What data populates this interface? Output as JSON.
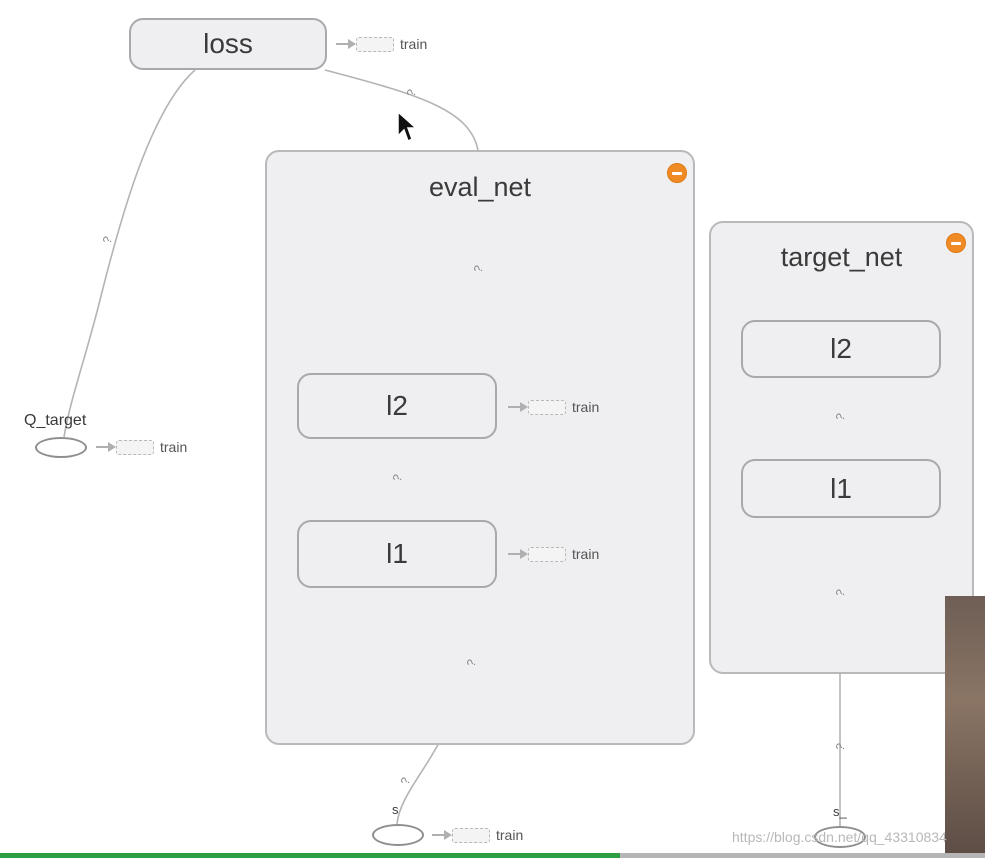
{
  "groups": {
    "eval_net": {
      "title": "eval_net"
    },
    "target_net": {
      "title": "target_net"
    }
  },
  "nodes": {
    "loss": "loss",
    "eval_l2": "l2",
    "eval_l1": "l1",
    "target_l2": "l2",
    "target_l1": "l1",
    "q_target": "Q_target",
    "s": "s",
    "s_": "s_"
  },
  "train_label": "train",
  "edge_labels": {
    "loss_to_q_target": "?",
    "loss_to_eval_l2": "?",
    "loss_to_eval_l2_top": "?",
    "eval_l1_to_l2": "?",
    "eval_s_to_l1": "?",
    "eval_s_to_l1_bottom": "?",
    "target_l1_to_l2": "?",
    "target_s_to_l1": "?",
    "target_s_to_l1_bottom": "?"
  },
  "watermark": "https://blog.csdn.net/qq_43310834",
  "colors": {
    "group_fill": "#efeef0",
    "edge": "#b4b4b4",
    "collapse_button": "#f08a24",
    "progress_green": "#2e9e44"
  },
  "icons": {
    "collapse": "minus-circle-icon",
    "cursor": "mouse-pointer-icon"
  }
}
